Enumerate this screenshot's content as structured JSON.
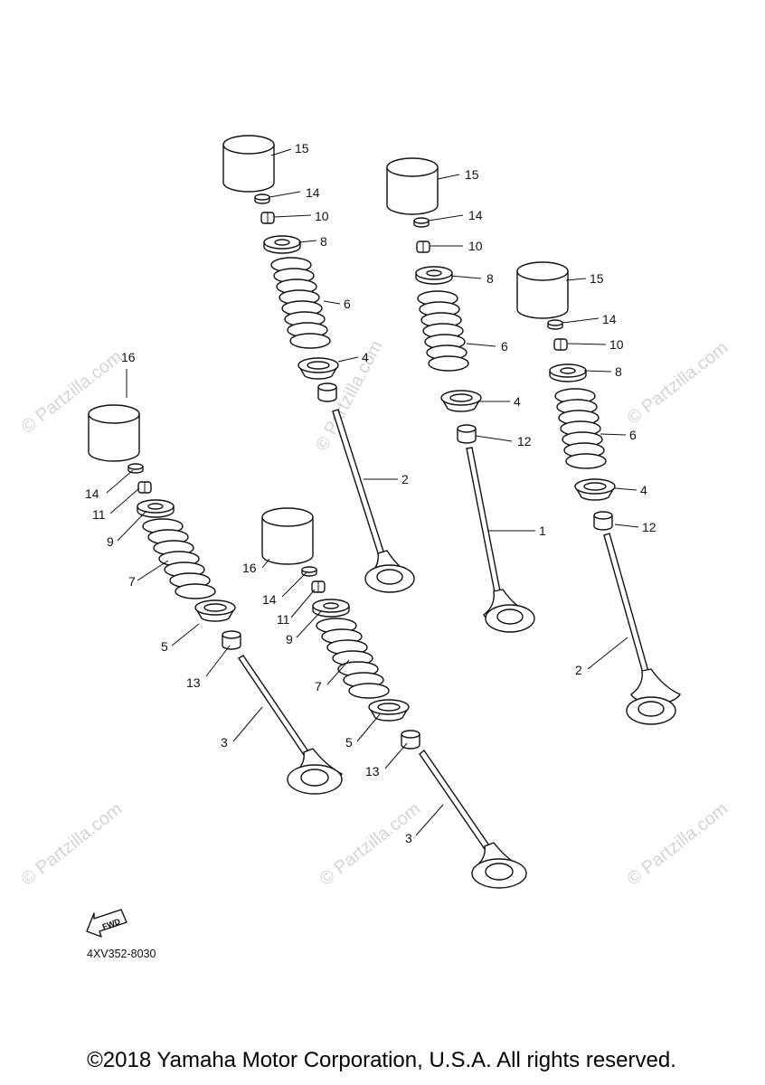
{
  "diagram": {
    "watermark": "© Partzilla.com",
    "part_code": "4XV352-8030",
    "fwd_label": "FWD",
    "copyright": "©2018 Yamaha Motor Corporation, U.S.A. All rights reserved.",
    "callouts": [
      "1",
      "2",
      "3",
      "4",
      "5",
      "6",
      "7",
      "8",
      "9",
      "10",
      "11",
      "12",
      "13",
      "14",
      "15",
      "16"
    ]
  }
}
